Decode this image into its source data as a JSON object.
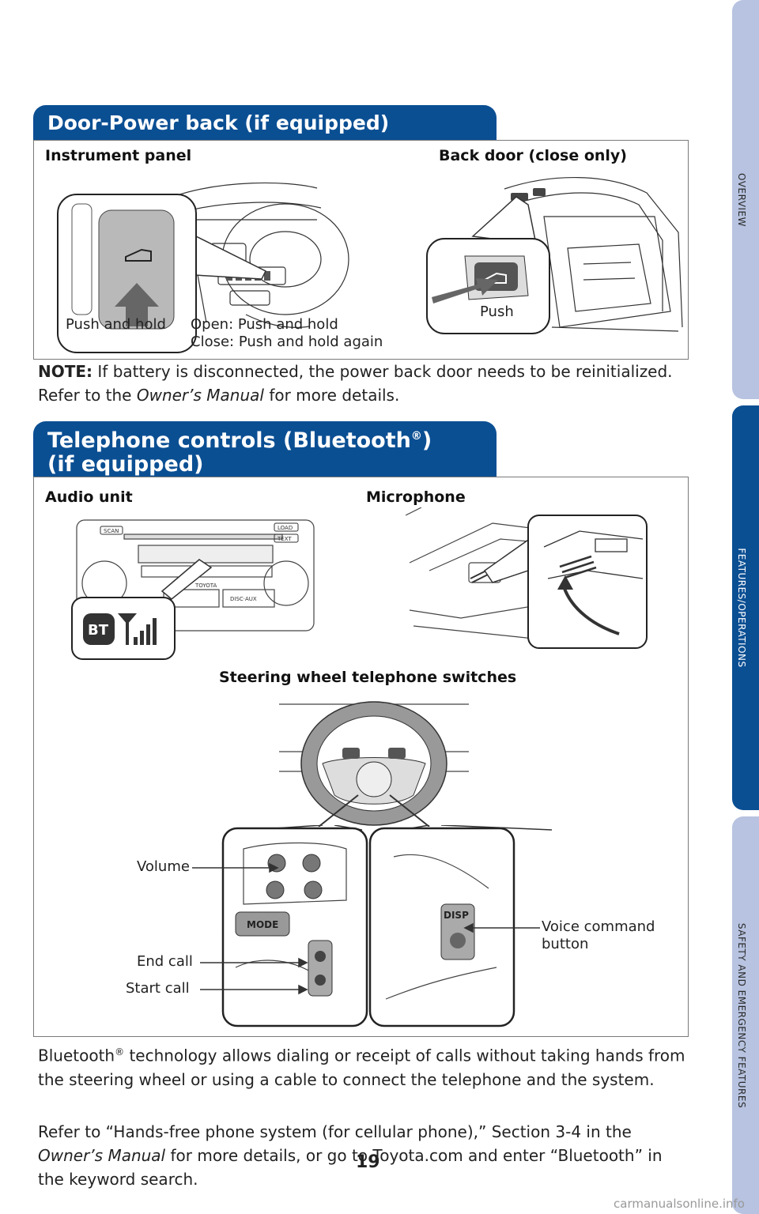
{
  "tabs": {
    "overview": "OVERVIEW",
    "features": "FEATURES/OPERATIONS",
    "safety": "SAFETY AND EMERGENCY FEATURES"
  },
  "door_section": {
    "title": "Door-Power back (if equipped)",
    "instrument_panel_label": "Instrument panel",
    "back_door_label": "Back door (close only)",
    "push_and_hold": "Push and hold",
    "open_close_line1": "Open: Push and hold",
    "open_close_line2": "Close: Push and hold again",
    "push": "Push",
    "note_label": "NOTE:",
    "note_text_1": " If battery is disconnected, the power back door needs to be reinitialized. Refer to the ",
    "note_manual": "Owner’s Manual",
    "note_text_2": " for more details."
  },
  "phone_section": {
    "title_line1": "Telephone controls (Bluetooth",
    "title_reg": "®",
    "title_line1_end": ")",
    "title_line2": "(if equipped)",
    "audio_unit_label": "Audio unit",
    "microphone_label": "Microphone",
    "steering_label": "Steering wheel telephone switches",
    "volume": "Volume",
    "end_call": "End call",
    "start_call": "Start call",
    "voice_command_1": "Voice command",
    "voice_command_2": "button",
    "btn_mode": "MODE",
    "btn_disp": "DISP",
    "bt_badge": "BT",
    "radio_scan": "SCAN",
    "radio_load": "LOAD",
    "radio_text": "TEXT",
    "radio_brand": "TOYOTA",
    "radio_disc": "DISC·AUX"
  },
  "body": {
    "p1_a": "Bluetooth",
    "p1_reg": "®",
    "p1_b": " technology allows dialing or receipt of calls without taking hands from the steering wheel or using a cable to connect the telephone and the system.",
    "p2_a": "Refer to “Hands-free phone system (for cellular phone),” Section 3-4 in the ",
    "p2_manual": "Owner’s Manual",
    "p2_b": " for more details, or go to Toyota.com and enter “Bluetooth” in the keyword search."
  },
  "page_number": "19",
  "watermark": "carmanualsonline.info"
}
